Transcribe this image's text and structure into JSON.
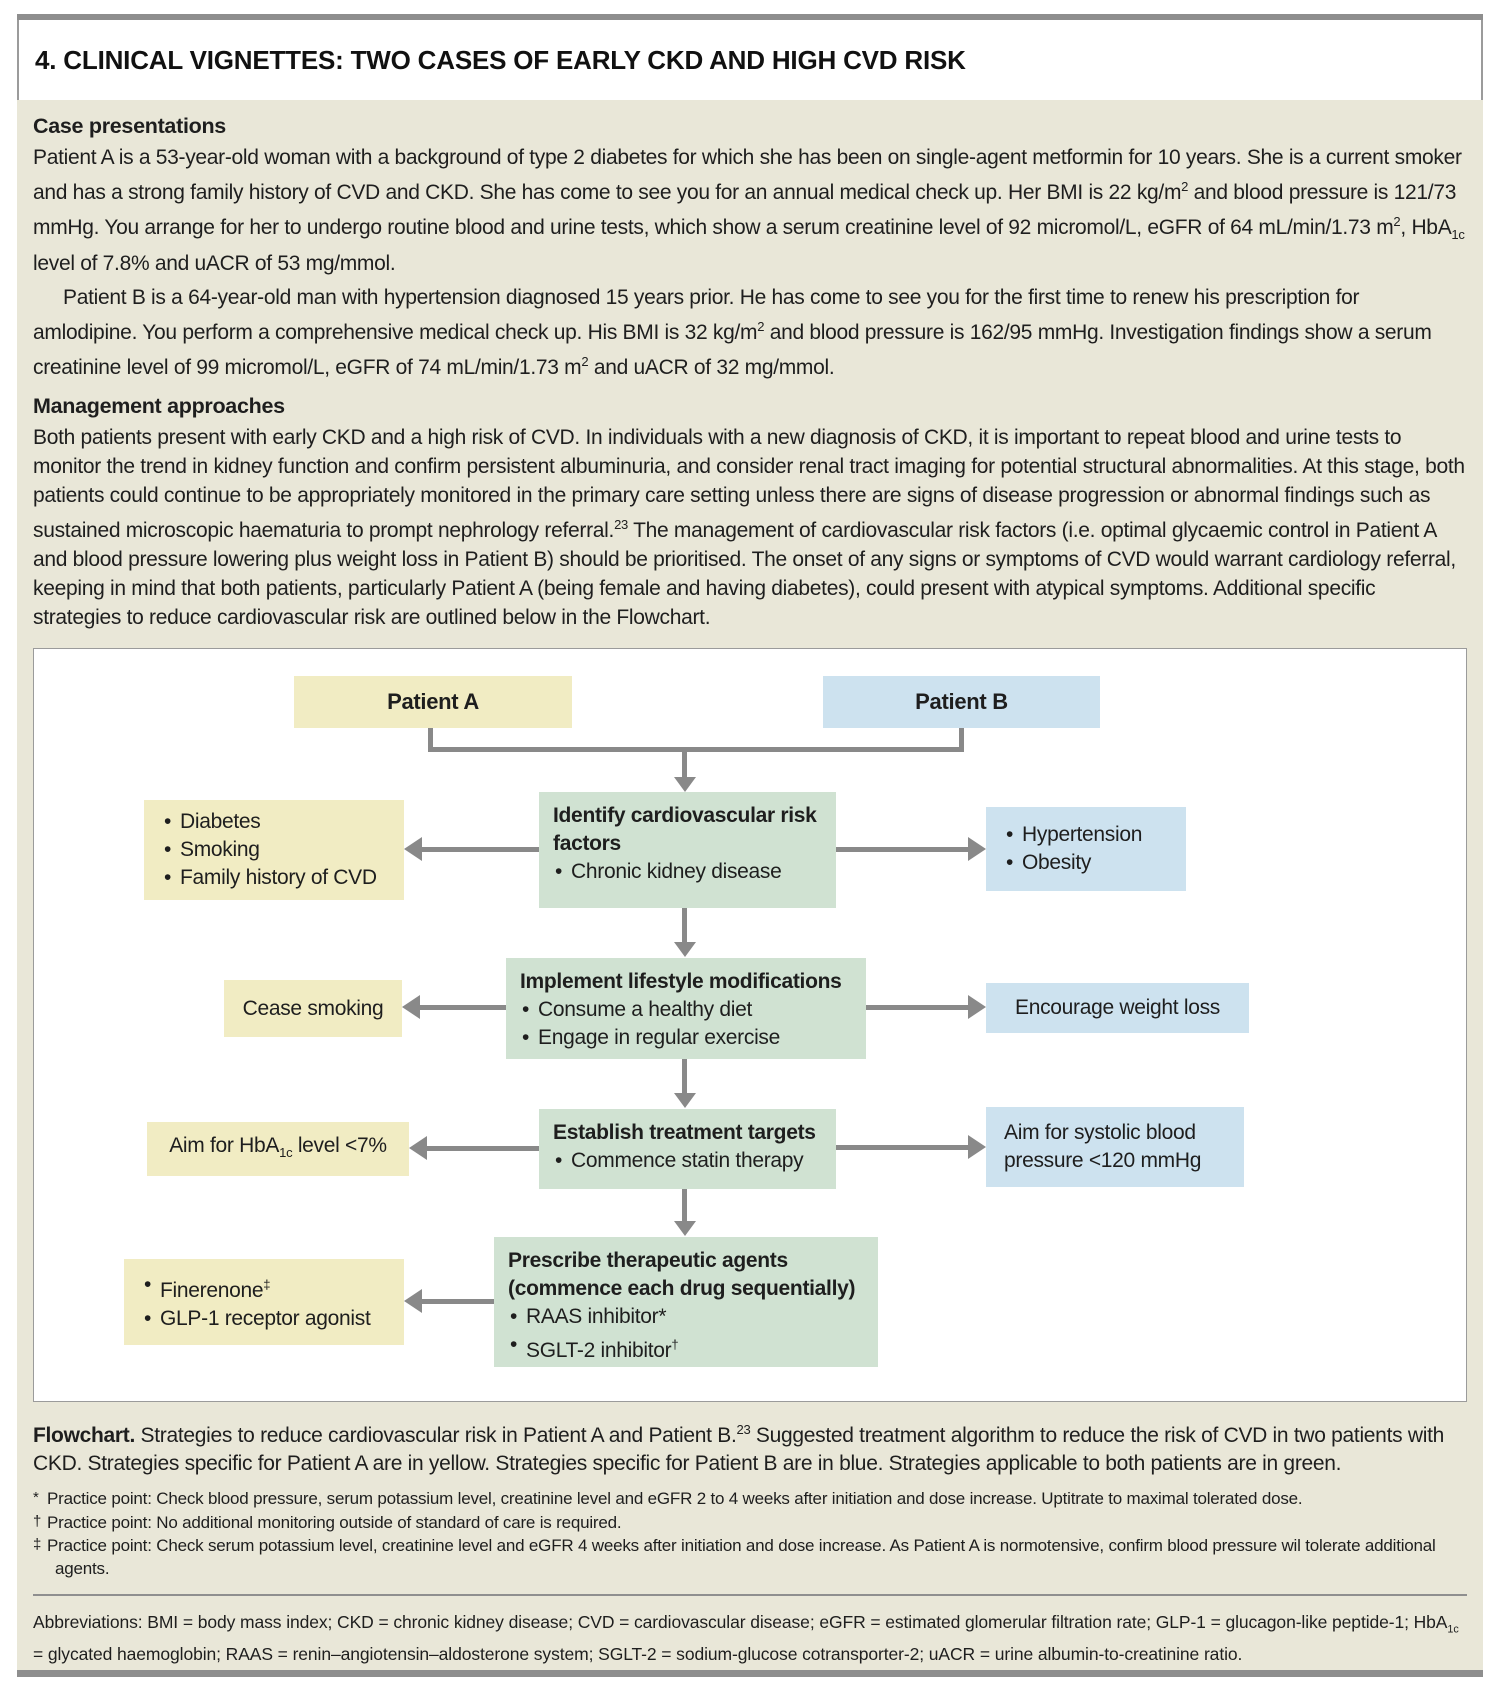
{
  "header": {
    "title": "4. CLINICAL VIGNETTES: TWO CASES OF EARLY CKD AND HIGH CVD RISK"
  },
  "case_presentations": {
    "heading": "Case presentations",
    "paragraph_a": "Patient A is a 53-year-old woman with a background of type 2 diabetes for which she has been on single-agent metformin for 10 years. She is a current smoker and has a strong family history of CVD and CKD. She has come to see you for an annual medical check up. Her BMI is 22 kg/m<sup>2</sup> and blood pressure is 121/73 mmHg. You arrange for her to undergo routine blood and urine tests, which show a serum creatinine level of 92 micromol/L, eGFR of 64 mL/min/1.73 m<sup>2</sup>, HbA<sub>1c</sub> level of 7.8% and uACR of 53 mg/mmol.",
    "paragraph_b": "Patient B is a 64-year-old man with hypertension diagnosed 15 years prior. He has come to see you for the first time to renew his prescription for amlodipine. You perform a comprehensive medical check up. His BMI is 32 kg/m<sup>2</sup> and blood pressure is 162/95 mmHg. Investigation findings show a serum creatinine level of 99 micromol/L, eGFR of 74 mL/min/1.73 m<sup>2</sup> and uACR of 32 mg/mmol."
  },
  "management": {
    "heading": "Management approaches",
    "paragraph": "Both patients present with early CKD and a high risk of CVD. In individuals with a new diagnosis of CKD, it is important to repeat blood and urine tests to monitor the trend in kidney function and confirm persistent albuminuria, and consider renal tract imaging for potential structural abnormalities. At this stage, both patients could continue to be appropriately monitored in the primary care setting unless there are signs of disease progression or abnormal findings such as sustained microscopic haematuria to prompt nephrology referral.<sup>23</sup> The management of cardiovascular risk factors (i.e. optimal glycaemic control in Patient A and blood pressure lowering plus weight loss in Patient B) should be prioritised. The onset of any signs or symptoms of CVD would warrant cardiology referral, keeping in mind that both patients, particularly Patient A (being female and having diabetes), could present with atypical symptoms. Additional specific strategies to reduce cardiovascular risk are outlined below in the Flowchart."
  },
  "flowchart": {
    "patient_a": "Patient A",
    "patient_b": "Patient B",
    "colors": {
      "patient_a": "#f1ecc3",
      "patient_b": "#cde2ef",
      "both": "#d0e2d2",
      "arrow": "#898989"
    },
    "step1": {
      "title": "Identify cardiovascular risk factors",
      "bullets": [
        "Chronic kidney disease"
      ]
    },
    "step1_left": {
      "bullets": [
        "Diabetes",
        "Smoking",
        "Family history of CVD"
      ]
    },
    "step1_right": {
      "bullets": [
        "Hypertension",
        "Obesity"
      ]
    },
    "step2": {
      "title": "Implement lifestyle modifications",
      "bullets": [
        "Consume a healthy diet",
        "Engage in regular exercise"
      ]
    },
    "step2_left": {
      "text": "Cease smoking"
    },
    "step2_right": {
      "text": "Encourage weight loss"
    },
    "step3": {
      "title": "Establish treatment targets",
      "bullets": [
        "Commence statin therapy"
      ]
    },
    "step3_left": {
      "text": "Aim for HbA<sub>1c</sub> level &lt;7%"
    },
    "step3_right": {
      "text": "Aim for systolic blood pressure &lt;120 mmHg"
    },
    "step4": {
      "title": "Prescribe therapeutic agents<br>(commence each drug sequentially)",
      "bullets": [
        "RAAS inhibitor*",
        "SGLT-2 inhibitor<sup>†</sup>"
      ]
    },
    "step4_left": {
      "bullets": [
        "Finerenone<sup>‡</sup>",
        "GLP-1 receptor agonist"
      ]
    }
  },
  "caption": {
    "label": "Flowchart.",
    "text": " Strategies to reduce cardiovascular risk in Patient A and Patient B.<sup>23</sup> Suggested treatment algorithm to reduce the risk of CVD in two patients with CKD. Strategies specific for Patient A are in yellow. Strategies specific for Patient B are in blue. Strategies applicable to both patients are in green."
  },
  "footnotes": [
    {
      "symbol": "*",
      "text": "Practice point: Check blood pressure, serum potassium level, creatinine level and eGFR 2 to 4 weeks after initiation and dose increase. Uptitrate to maximal tolerated dose."
    },
    {
      "symbol": "†",
      "text": "Practice point: No additional monitoring outside of standard of care is required."
    },
    {
      "symbol": "‡",
      "text": "Practice point: Check serum potassium level, creatinine level and eGFR 4 weeks after initiation and dose increase. As Patient A is normotensive, confirm blood pressure wil tolerate additional agents."
    }
  ],
  "abbreviations": "Abbreviations: BMI = body mass index; CKD = chronic kidney disease; CVD = cardiovascular disease; eGFR = estimated glomerular filtration rate; GLP-1 = glucagon-like peptide-1; HbA<sub>1c</sub> = glycated haemoglobin; RAAS = renin–angiotensin–aldosterone system; SGLT-2 = sodium-glucose cotransporter-2; uACR = urine albumin-to-creatinine ratio."
}
